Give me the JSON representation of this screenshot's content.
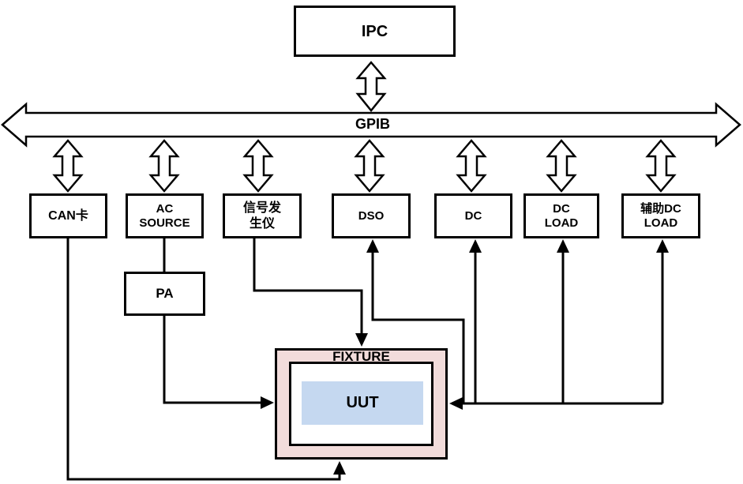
{
  "diagram": {
    "type": "block-diagram",
    "description": "Automated test system topology: IPC controls instruments over a GPIB bus; instruments connect to a UUT inside a fixture",
    "nodes": {
      "ipc": {
        "label": "IPC"
      },
      "gpib": {
        "label": "GPIB"
      },
      "can_card": {
        "label": "CAN卡"
      },
      "ac_source": {
        "line1": "AC",
        "line2": "SOURCE"
      },
      "signal_generator": {
        "line1": "信号发",
        "line2": "生仪"
      },
      "dso": {
        "label": "DSO"
      },
      "dc": {
        "label": "DC"
      },
      "dc_load": {
        "line1": "DC",
        "line2": "LOAD"
      },
      "aux_dc_load": {
        "line1": "辅助DC",
        "line2": "LOAD"
      },
      "pa": {
        "label": "PA"
      },
      "fixture": {
        "label": "FIXTURE"
      },
      "uut": {
        "label": "UUT"
      }
    },
    "connections": [
      {
        "from": "IPC",
        "to": "GPIB",
        "type": "double-arrow"
      },
      {
        "from": "GPIB",
        "to": "CAN卡",
        "type": "double-arrow"
      },
      {
        "from": "GPIB",
        "to": "AC SOURCE",
        "type": "double-arrow"
      },
      {
        "from": "GPIB",
        "to": "信号发生仪",
        "type": "double-arrow"
      },
      {
        "from": "GPIB",
        "to": "DSO",
        "type": "double-arrow"
      },
      {
        "from": "GPIB",
        "to": "DC",
        "type": "double-arrow"
      },
      {
        "from": "GPIB",
        "to": "DC LOAD",
        "type": "double-arrow"
      },
      {
        "from": "GPIB",
        "to": "辅助DC LOAD",
        "type": "double-arrow"
      },
      {
        "from": "AC SOURCE",
        "to": "PA",
        "type": "plain-line"
      },
      {
        "from": "PA",
        "to": "FIXTURE (left side)",
        "type": "arrow"
      },
      {
        "from": "CAN卡",
        "to": "FIXTURE (bottom)",
        "type": "arrow"
      },
      {
        "from": "信号发生仪",
        "to": "FIXTURE (top)",
        "type": "arrow"
      },
      {
        "from": "FIXTURE (right bus)",
        "to": "DSO",
        "type": "arrow"
      },
      {
        "from": "right bus",
        "to": "FIXTURE (right side)",
        "type": "arrow"
      },
      {
        "from": "right bus",
        "to": "DC",
        "type": "arrow"
      },
      {
        "from": "right bus",
        "to": "DC LOAD",
        "type": "arrow"
      },
      {
        "from": "right bus",
        "to": "辅助DC LOAD",
        "type": "arrow"
      }
    ],
    "colors": {
      "line": "#000000",
      "box_fill": "#ffffff",
      "fixture_fill": "#f2dcdb",
      "uut_fill": "#c5d8f0",
      "background": "#ffffff"
    }
  }
}
